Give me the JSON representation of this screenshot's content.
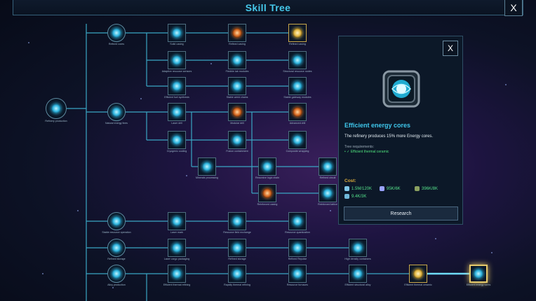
{
  "header": {
    "title": "Skill Tree",
    "close_label": "X"
  },
  "tree": {
    "nodes": [
      {
        "label": "Refinery production"
      },
      {
        "label": "Refined cores"
      },
      {
        "label": "Solid casing"
      },
      {
        "label": "Refined casing"
      },
      {
        "label": "Refined casing"
      },
      {
        "label": "Adaptive resource sensors"
      },
      {
        "label": "Flexible lab modules"
      },
      {
        "label": "Structural resource nodes"
      },
      {
        "label": "Efficient fuel synthesis"
      },
      {
        "label": "Stable wield chains"
      },
      {
        "label": "Stable gateway modules"
      },
      {
        "label": "Natural energy lines"
      },
      {
        "label": "Laser drill"
      },
      {
        "label": "Modular drill"
      },
      {
        "label": "Advanced drill"
      },
      {
        "label": "Cryogenic cooling"
      },
      {
        "label": "Fusion containment"
      },
      {
        "label": "Composite wrapping"
      },
      {
        "label": "Minerals processing"
      },
      {
        "label": "Recursive logic chain"
      },
      {
        "label": "Refined circuit"
      },
      {
        "label": "Reinforced casing"
      },
      {
        "label": "Reinforced lattice"
      },
      {
        "label": "Stable resource operation"
      },
      {
        "label": "Laser mark"
      },
      {
        "label": "Resource field exchange"
      },
      {
        "label": "Resource quantization"
      },
      {
        "label": "Refined storage"
      },
      {
        "label": "Laser cargo packaging"
      },
      {
        "label": "Refined storage"
      },
      {
        "label": "Refined Repulse"
      },
      {
        "label": "High density containers"
      },
      {
        "label": "Alloy production"
      },
      {
        "label": "Efficient thermal refining"
      },
      {
        "label": "Rapidly thermal refining"
      },
      {
        "label": "Resource furnaces"
      },
      {
        "label": "Efficient structural alloy"
      },
      {
        "label": "Efficient thermal ceramic"
      },
      {
        "label": "Efficient energy cores"
      }
    ]
  },
  "panel": {
    "close_label": "X",
    "name": "Efficient energy cores",
    "description": "The refinery produces 15% more Energy cores.",
    "requirements_label": "Tree requirements:",
    "requirement": "• ✓ Efficient thermal ceramic",
    "cost_label": "Cost:",
    "costs": [
      {
        "value": "1.5M/120K",
        "icon": "resource-a-icon",
        "color": "#7fc7e8"
      },
      {
        "value": "95K/6K",
        "icon": "resource-b-icon",
        "color": "#9aa3ff"
      },
      {
        "value": "396K/8K",
        "icon": "resource-c-icon",
        "color": "#8aa060"
      },
      {
        "value": "9.4K/3K",
        "icon": "resource-d-icon",
        "color": "#6fb7d8"
      }
    ],
    "research_label": "Research"
  },
  "colors": {
    "accent": "#3fc7ec",
    "connector": "#3aa6c4",
    "cost_text": "#54e08a",
    "cost_label": "#e0b03c"
  }
}
